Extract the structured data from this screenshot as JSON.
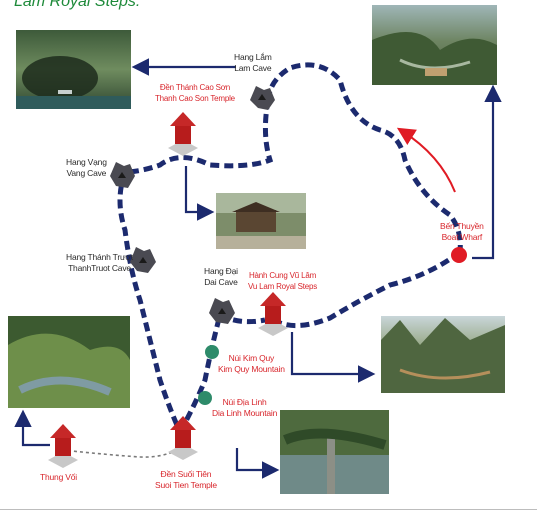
{
  "title_partial": "Lam Royal Steps.",
  "colors": {
    "route": "#1c2a6e",
    "arrow": "#1c2a6e",
    "direction_arrow": "#e01b24",
    "red_text": "#d8262c",
    "green_title": "#1e8a3a",
    "mountain_dot": "#2e8b6a",
    "wharf_dot": "#e01b24"
  },
  "labels": {
    "hang_lam": {
      "vn": "Hang Lắm",
      "en": "Lam Cave"
    },
    "den_thanh_cao_son": {
      "vn": "Đền Thánh Cao Sơn",
      "en": "Thanh Cao Son Temple"
    },
    "hang_vang": {
      "vn": "Hang Vạng",
      "en": "Vang Cave"
    },
    "hang_thanh_truot": {
      "vn": "Hang Thánh Trượt",
      "en": "ThanhTruot Cave"
    },
    "hang_dai": {
      "vn": "Hang Đại",
      "en": "Dai Cave"
    },
    "hanh_cung": {
      "vn": "Hành Cung Vũ Lâm",
      "en": "Vu Lam Royal Steps"
    },
    "ben_thuyen": {
      "vn": "Bến Thuyền",
      "en": "Boat Wharf"
    },
    "nui_kim_quy": {
      "vn": "Núi Kim Quy",
      "en": "Kim Quy Mountain"
    },
    "nui_dia_linh": {
      "vn": "Núi Địa Linh",
      "en": "Dia Linh Mountain"
    },
    "thung_voi": {
      "vn": "Thung Vối"
    },
    "den_suoi_tien": {
      "vn": "Đền Suối Tiên",
      "en": "Suoi Tien Temple"
    }
  }
}
